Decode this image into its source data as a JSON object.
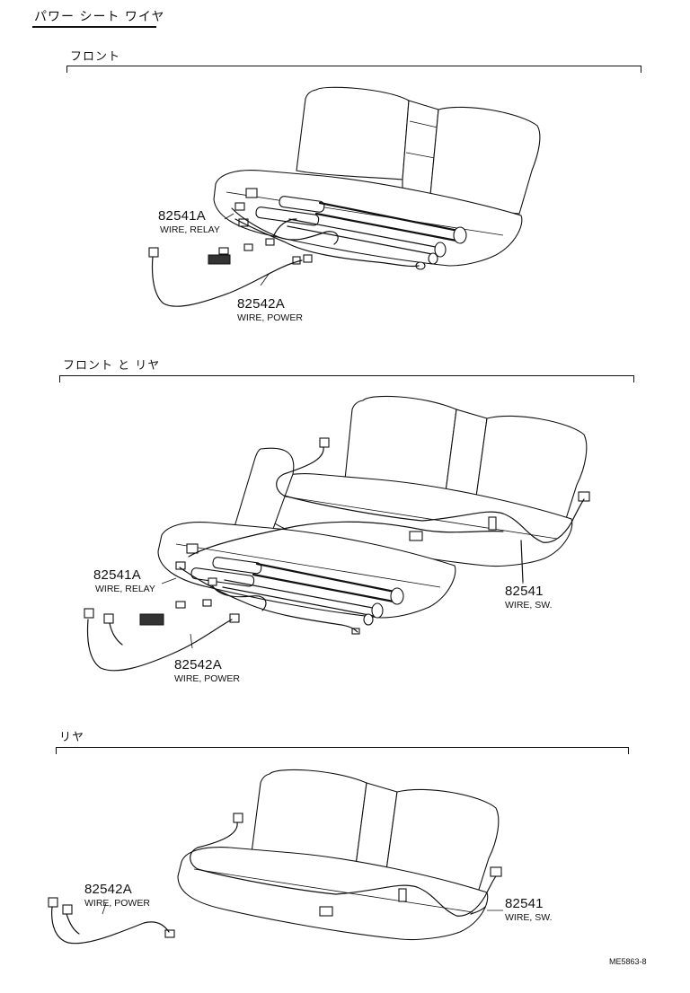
{
  "page": {
    "title": "パワー シート ワイヤ",
    "code": "ME5863-8"
  },
  "sections": [
    {
      "title": "フロント",
      "labels": [
        {
          "part_number": "82541A",
          "part_name": "WIRE, RELAY"
        },
        {
          "part_number": "82542A",
          "part_name": "WIRE, POWER"
        }
      ]
    },
    {
      "title": "フロント と リヤ",
      "labels": [
        {
          "part_number": "82541A",
          "part_name": "WIRE, RELAY"
        },
        {
          "part_number": "82542A",
          "part_name": "WIRE, POWER"
        },
        {
          "part_number": "82541",
          "part_name": "WIRE, SW."
        }
      ]
    },
    {
      "title": "リヤ",
      "labels": [
        {
          "part_number": "82542A",
          "part_name": "WIRE, POWER"
        },
        {
          "part_number": "82541",
          "part_name": "WIRE, SW."
        }
      ]
    }
  ]
}
